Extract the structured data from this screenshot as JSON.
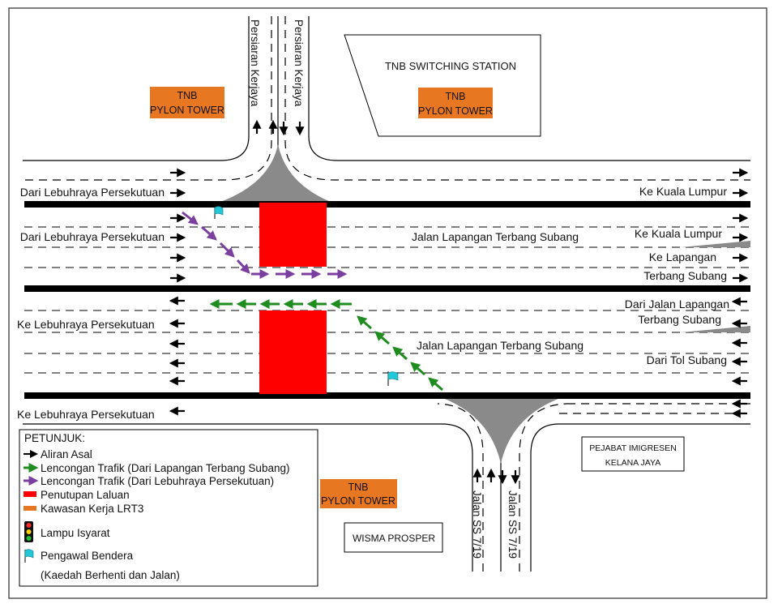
{
  "colors": {
    "road_line": "#000000",
    "closure": "#ff0000",
    "work_zone": "#e87722",
    "detour_green": "#1e8c1e",
    "detour_purple": "#7b3fa0",
    "flag": "#22c7d8",
    "island": "#8a8a8a"
  },
  "roads": {
    "persiaran_left": "Persiaran Kerjaya",
    "persiaran_right": "Persiaran Kerjaya",
    "jalan_ss_left": "Jalan SS 7/19",
    "jalan_ss_right": "Jalan SS 7/19",
    "jalan_lapangan_upper": "Jalan Lapangan Terbang Subang",
    "jalan_lapangan_lower": "Jalan Lapangan Terbang Subang"
  },
  "directions": {
    "dari_lebuhraya_1": "Dari Lebuhraya Persekutuan",
    "dari_lebuhraya_2": "Dari Lebuhraya Persekutuan",
    "ke_lebuhraya_1": "Ke Lebuhraya Persekutuan",
    "ke_lebuhraya_2": "Ke Lebuhraya Persekutuan",
    "ke_kl_1": "Ke Kuala Lumpur",
    "ke_kl_2": "Ke Kuala Lumpur",
    "ke_lapangan_1": "Ke Lapangan",
    "ke_lapangan_2": "Terbang Subang",
    "dari_jalan_lapangan_1": "Dari Jalan Lapangan",
    "dari_jalan_lapangan_2": "Terbang Subang",
    "dari_tol": "Dari Tol Subang"
  },
  "buildings": {
    "tnb_switching": "TNB SWITCHING STATION",
    "pylon_left_1": "TNB",
    "pylon_left_2": "PYLON TOWER",
    "pylon_center_1": "TNB",
    "pylon_center_2": "PYLON TOWER",
    "pylon_bottom_1": "TNB",
    "pylon_bottom_2": "PYLON TOWER",
    "pejabat_1": "PEJABAT IMIGRESEN",
    "pejabat_2": "KELANA JAYA",
    "wisma": "WISMA PROSPER"
  },
  "legend": {
    "title": "PETUNJUK:",
    "aliran_asal": "Aliran Asal",
    "lencongan_green": "Lencongan Trafik (Dari Lapangan Terbang Subang)",
    "lencongan_purple": "Lencongan Trafik (Dari Lebuhraya Persekutuan)",
    "penutupan": "Penutupan Laluan",
    "kawasan_kerja": "Kawasan Kerja LRT3",
    "lampu": "Lampu Isyarat",
    "pengawal": "Pengawal Bendera",
    "kaedah": "(Kaedah Berhenti dan Jalan)"
  },
  "icons": {
    "arrow": "arrow-icon",
    "flag": "flag-icon",
    "traffic_light": "traffic-light-icon"
  }
}
